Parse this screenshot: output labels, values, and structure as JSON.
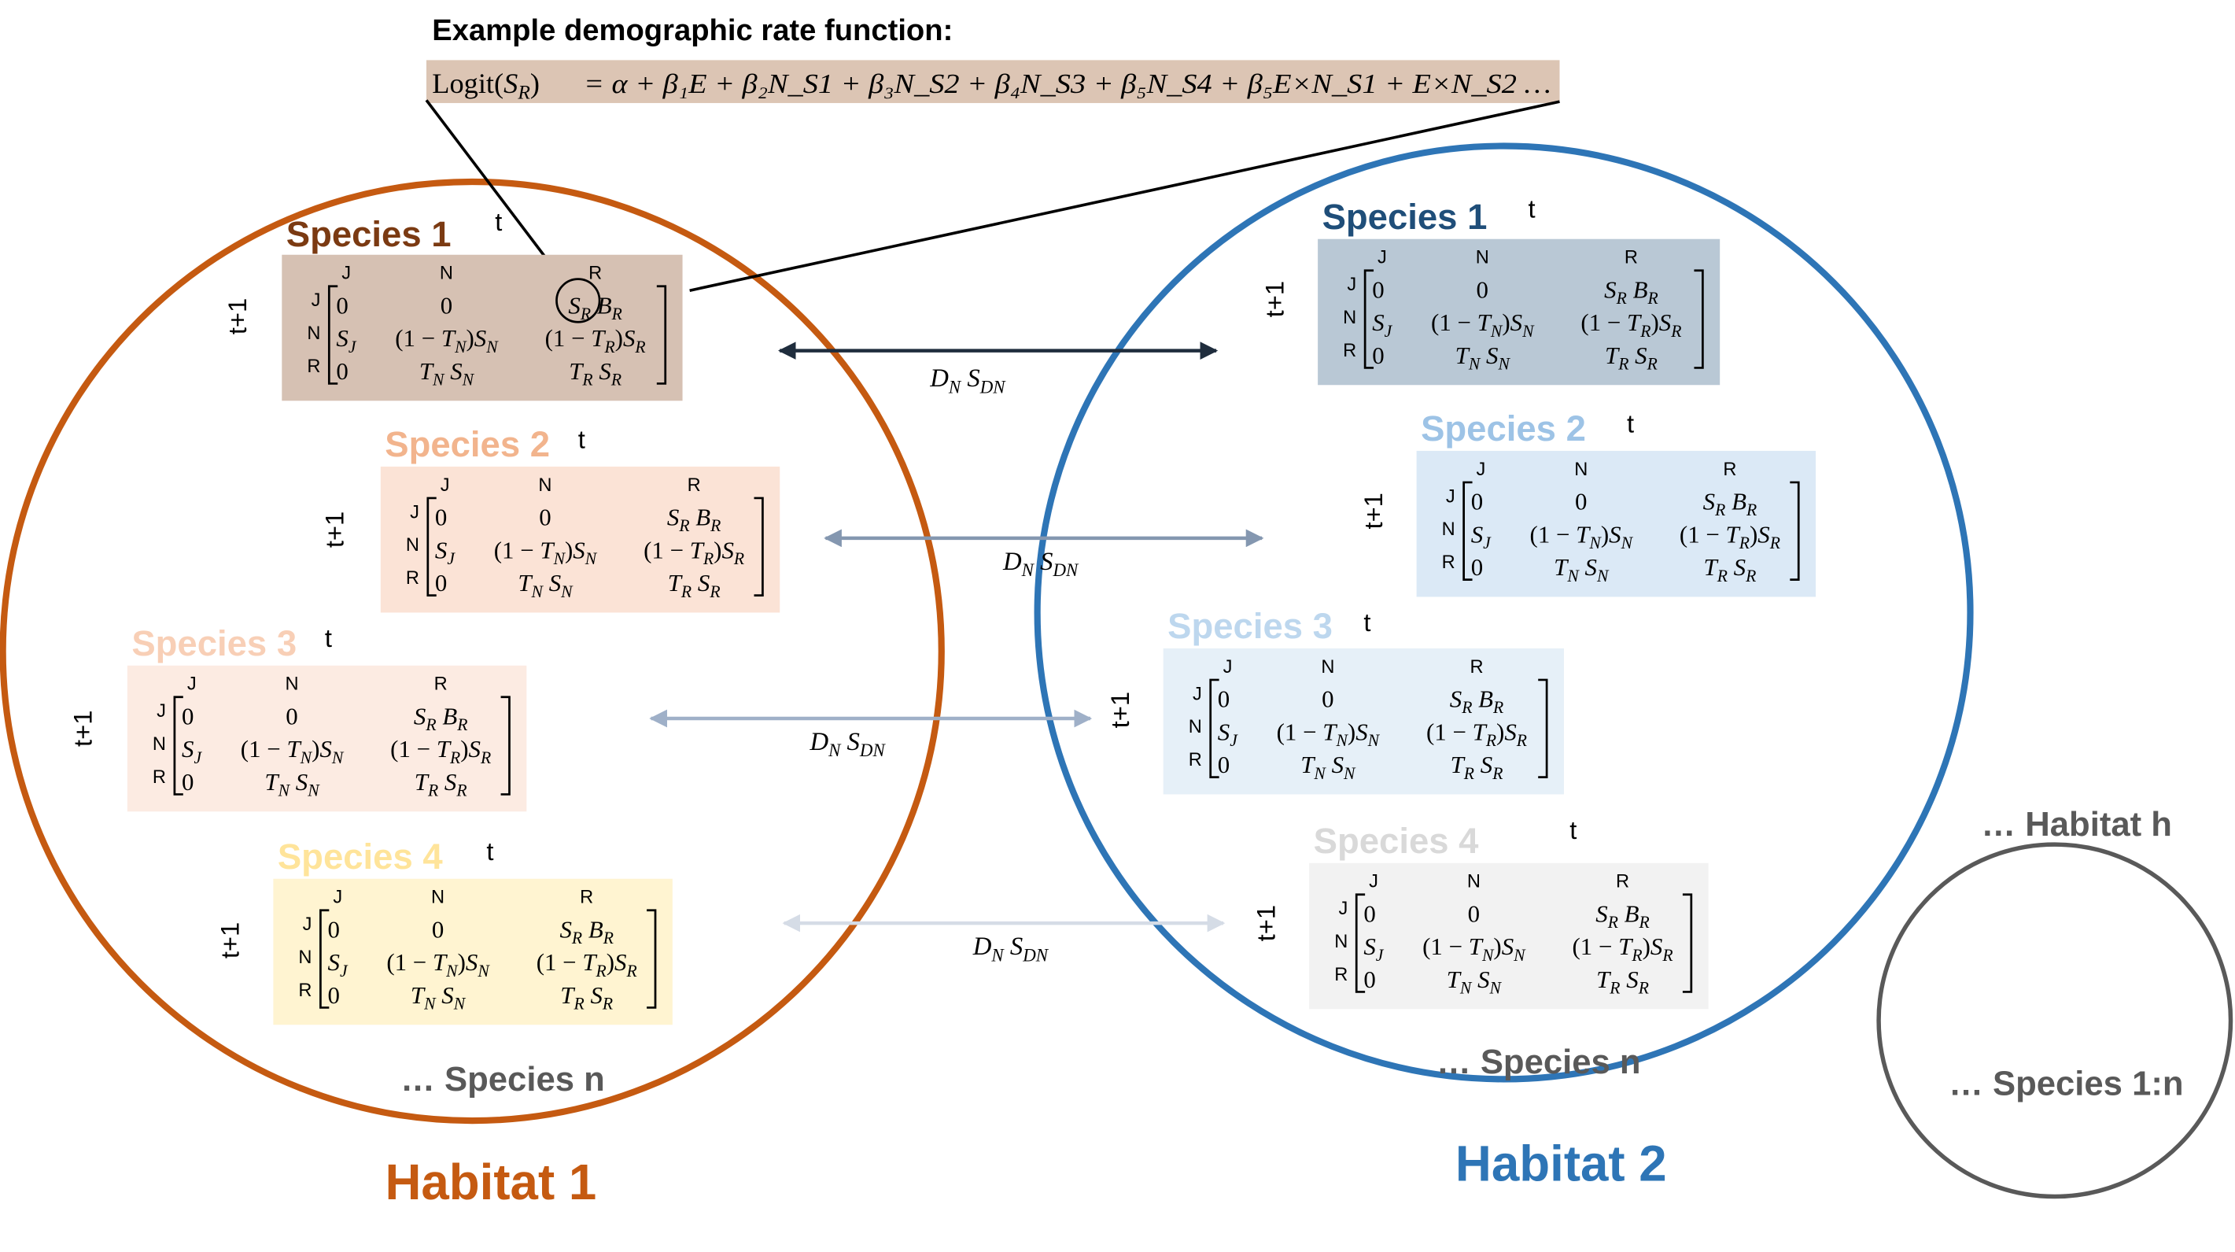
{
  "header": {
    "title": "Example demographic rate function:",
    "equation_lhs_fn": "Logit(",
    "equation_lhs_var": "S",
    "equation_lhs_sub": "R",
    "equation_lhs_close": ")",
    "equation_rhs": "= α +  β₁E +  β₂N_S1 + β₃N_S2 + β₄N_S3 + β₅N_S4 + β₅E×N_S1 + E×N_S2 …"
  },
  "matrix": {
    "time_col": "t",
    "time_row": "t+1",
    "col_labels": [
      "J",
      "N",
      "R"
    ],
    "row_labels": [
      "J",
      "N",
      "R"
    ],
    "cells": [
      [
        "0",
        "0",
        "S_R B_R"
      ],
      [
        "S_J",
        "(1 − T_N)S_N",
        "(1 − T_R)S_R"
      ],
      [
        "0",
        "T_N S_N",
        "T_R S_R"
      ]
    ]
  },
  "habitats": [
    {
      "label": "Habitat 1",
      "more_species": "… Species n",
      "species": [
        {
          "name": "Species 1",
          "color": "#7b3a12",
          "fill": "#d6c1b3"
        },
        {
          "name": "Species 2",
          "color": "#f2b48d",
          "fill": "#fbe3d6"
        },
        {
          "name": "Species 3",
          "color": "#f8cfb6",
          "fill": "#fcebe2"
        },
        {
          "name": "Species 4",
          "color": "#ffe49a",
          "fill": "#fff4d1"
        }
      ]
    },
    {
      "label": "Habitat 2",
      "more_species": "… Species n",
      "species": [
        {
          "name": "Species 1",
          "color": "#1f4e79",
          "fill": "#b9c8d5"
        },
        {
          "name": "Species 2",
          "color": "#9dc3e6",
          "fill": "#dbe9f6"
        },
        {
          "name": "Species 3",
          "color": "#bdd7ee",
          "fill": "#e6f0f8"
        },
        {
          "name": "Species 4",
          "color": "#d9d9d9",
          "fill": "#f2f2f2"
        }
      ]
    },
    {
      "label": "… Habitat h",
      "species_label": "… Species 1:n"
    }
  ],
  "dispersal_label": "D_N S_DN",
  "colors": {
    "habitat1": "#c55a11",
    "habitat2": "#2e75b6",
    "habitat3": "#595959",
    "more_text": "#595959",
    "equation_fill": "#dcc5b4",
    "arrows": [
      "#1f2d3d",
      "#8497b0",
      "#9fb0c8",
      "#d5dce6"
    ]
  }
}
